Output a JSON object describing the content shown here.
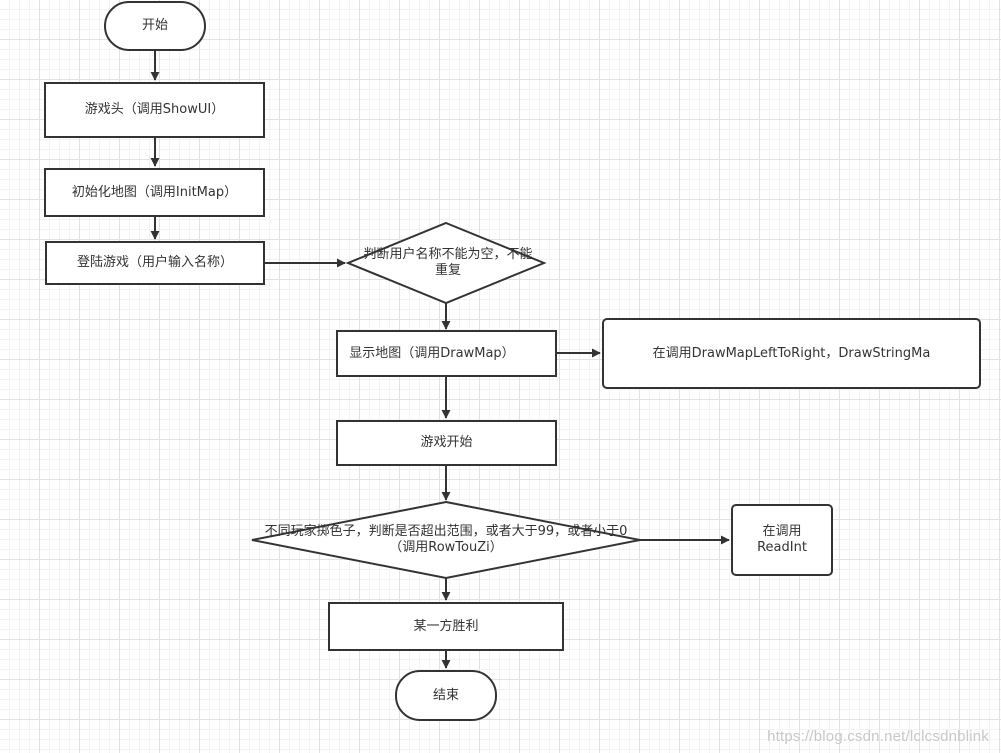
{
  "nodes": {
    "start": "开始",
    "game_header": "游戏头（调用ShowUI）",
    "init_map": "初始化地图（调用InitMap）",
    "login": "登陆游戏（用户输入名称）",
    "check_name": "判断用户名称不能为空，不能重复",
    "show_map": "显示地图（调用DrawMap）",
    "show_map_note": "在调用DrawMapLeftToRight，DrawStringMa",
    "game_start": "游戏开始",
    "roll_dice": "不同玩家掷色子，判断是否超出范围，或者大于99，或者小于0（调用RowTouZi）",
    "roll_note": "在调用ReadInt",
    "winner": "某一方胜利",
    "end": "结束"
  },
  "watermark": "https://blog.csdn.net/lclcsdnblink",
  "colors": {
    "stroke": "#333333",
    "text": "#333333",
    "fill": "#ffffff"
  }
}
